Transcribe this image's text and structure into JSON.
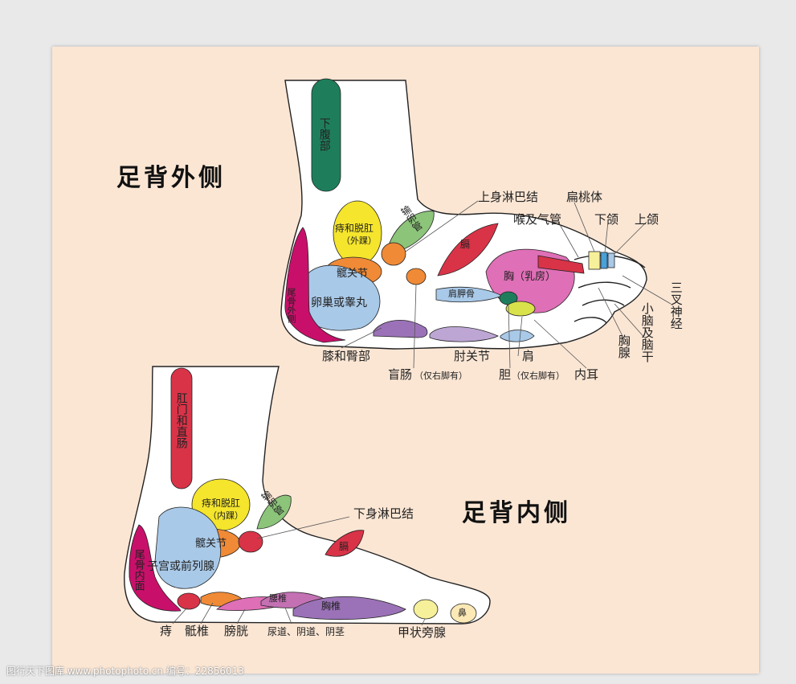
{
  "titles": {
    "outer": "足背外侧",
    "inner": "足背内侧"
  },
  "outer_foot": {
    "inside": {
      "lower_abdomen": "下腹部",
      "hemorrhoid": "痔和脱肛",
      "hemorrhoid_sub": "（外踝）",
      "hip": "髋关节",
      "ovary": "卵巢或睾丸",
      "fallopian": "输卵管",
      "diaphragm": "膈",
      "chest": "胸（乳房）",
      "scapula": "肩胛骨",
      "tailbone_side": "尾骨外侧"
    },
    "labels": {
      "upper_lymph": "上身淋巴结",
      "tonsil": "扁桃体",
      "throat": "喉及气管",
      "lower_jaw": "下颌",
      "upper_jaw": "上颌",
      "trigeminal": "三叉神经",
      "cerebellum": "小脑及脑干",
      "thymus": "胸腺",
      "inner_ear": "内耳",
      "shoulder": "肩",
      "gallbladder": "胆",
      "right_only_a": "（仅右脚有）",
      "elbow": "肘关节",
      "appendix": "盲肠",
      "right_only_b": "（仅右脚有）",
      "knee": "膝和臀部"
    }
  },
  "inner_foot": {
    "inside": {
      "rectum": "肛门和直肠",
      "hemorrhoid": "痔和脱肛",
      "hemorrhoid_sub": "（内踝）",
      "hip": "髋关节",
      "uterus": "子宫或前列腺",
      "fallopian": "输卵管",
      "diaphragm": "膈",
      "lumbar": "腰椎",
      "thoracic": "胸椎",
      "nose": "鼻",
      "tailbone_inner": "尾骨内面"
    },
    "labels": {
      "lower_lymph": "下身淋巴结",
      "hemorrhoids": "痔",
      "sacrum": "骶椎",
      "bladder": "膀胱",
      "urethra": "尿道、阴道、阴茎",
      "thyroid": "甲状旁腺"
    }
  },
  "watermark": "图行天下图库 www.photophoto.cn 编号：22856013",
  "colors": {
    "background": "#fbe6d4",
    "green": "#1e7e5c",
    "yellow": "#f5e52c",
    "orange": "#f08a36",
    "light_blue": "#a9c9e8",
    "magenta": "#c8106a",
    "red": "#d93348",
    "pink": "#df6fb6",
    "purple": "#9b72b8",
    "light_green": "#8cc47a"
  }
}
